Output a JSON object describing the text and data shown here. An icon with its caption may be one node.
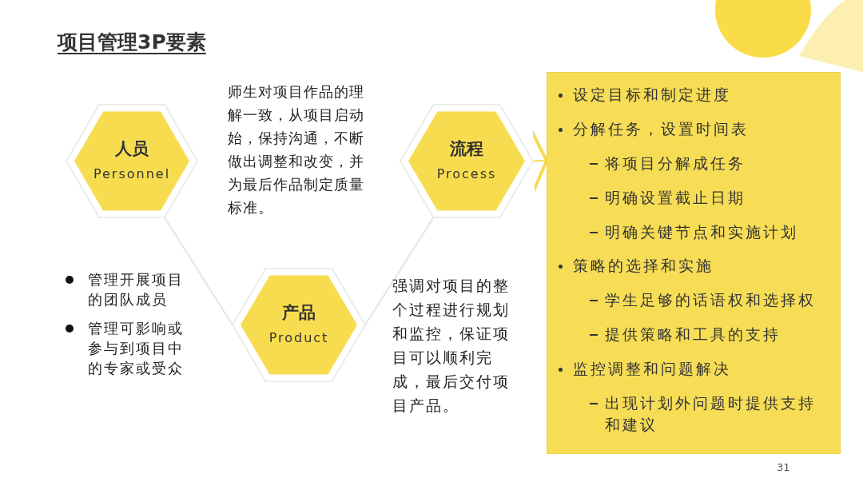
{
  "diagram": {
    "title": "项目管理3P要素",
    "nodes": [
      {
        "text": [
          "人员",
          "Personnel"
        ]
      },
      {
        "text": [
          "流程",
          "Process"
        ]
      },
      {
        "text": [
          "产品",
          "Product"
        ]
      },
      {
        "text": [
          "设定目标和制定进度",
          "分解任务，设置时间表",
          "将项目分解成任务",
          "明确设置截止日期",
          "明确关键节点和实施计划",
          "策略的选择和实施",
          "学生足够的话语权和选择权",
          "提供策略和工具的支持",
          "监控调整和问题解决",
          "出现计划外问题时提供支持和建议"
        ]
      }
    ],
    "edges": [
      {
        "from": 0,
        "to": 2,
        "arrow": "none"
      },
      {
        "from": 2,
        "to": 1,
        "arrow": "none"
      },
      {
        "from": 1,
        "to": 3,
        "arrow": "to",
        "color": "#f5dc50"
      }
    ],
    "labels": [
      "师生对项目作品的理解一致，从项目启动始，保持沟通，不断做出调整和改变，并为最后作品制定质量标准。",
      "管理开展项目的团队成员",
      "管理可影响或参与到项目中的专家或受众",
      "强调对项目的整个过程进行规划和监控，保证项目可以顺利完成，最后交付项目产品。",
      "31"
    ]
  }
}
